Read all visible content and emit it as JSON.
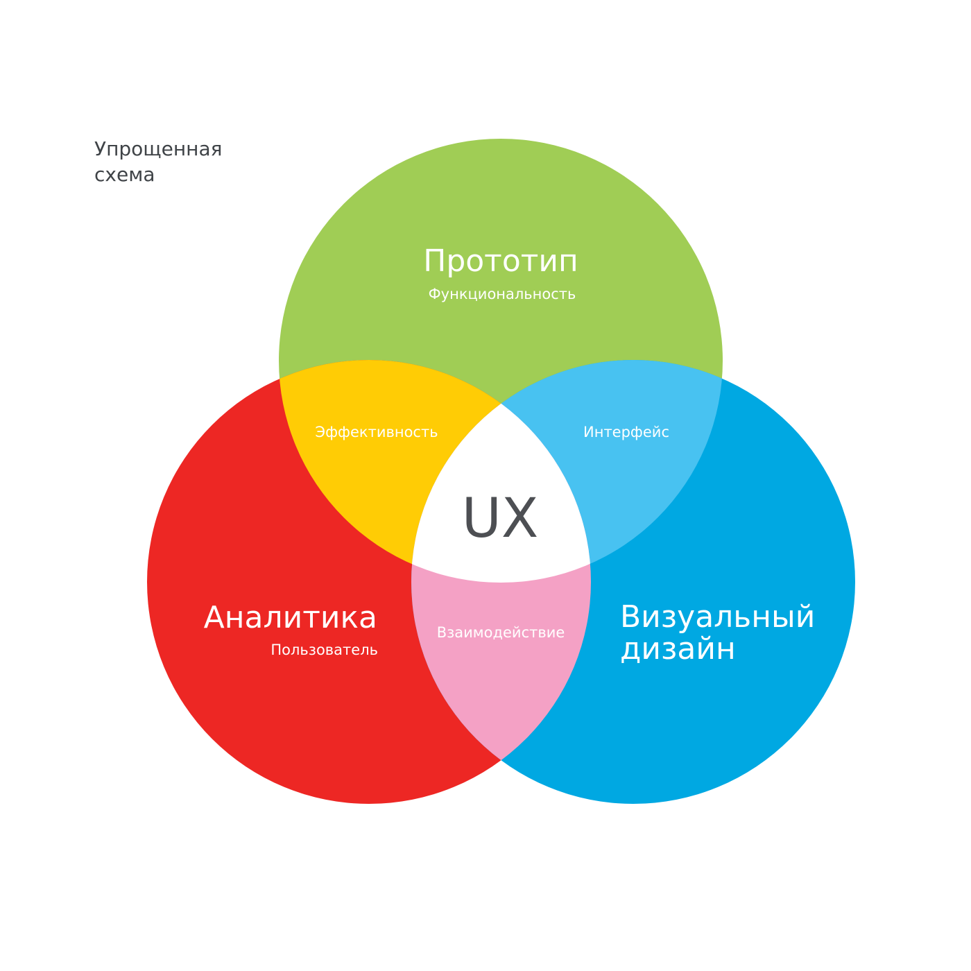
{
  "caption": "Упрощенная\nсхема",
  "colors": {
    "prototype": "#a0cd55",
    "analytics": "#ed2724",
    "visual": "#00a8e2",
    "effectiveness": "#ffcc05",
    "interface": "#48c2f1",
    "interaction": "#f4a1c5",
    "center": "#ffffff",
    "label_light": "#ffffff",
    "label_dark": "#4d4f53"
  },
  "circles": {
    "prototype": {
      "title": "Прототип",
      "subtitle": "Функциональность"
    },
    "analytics": {
      "title": "Аналитика",
      "subtitle": "Пользователь"
    },
    "visual": {
      "title": "Визуальный\nдизайн"
    }
  },
  "overlaps": {
    "effectiveness": "Эффективность",
    "interface": "Интерфейс",
    "interaction": "Взаимодействие",
    "center": "UX"
  }
}
